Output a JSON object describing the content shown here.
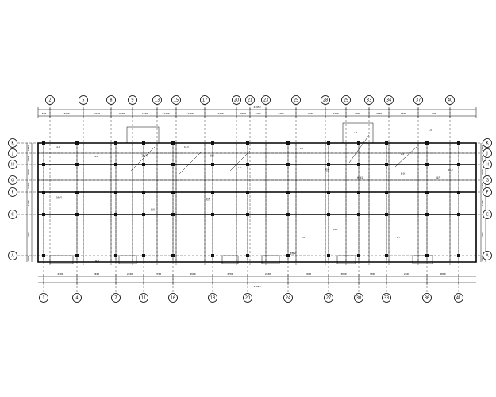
{
  "axes": {
    "top": [
      "2",
      "5",
      "8",
      "9",
      "13",
      "15",
      "17",
      "20",
      "21",
      "23",
      "25",
      "28",
      "29",
      "33",
      "34",
      "37",
      "40"
    ],
    "bottom": [
      "1",
      "4",
      "7",
      "11",
      "16",
      "18",
      "20",
      "24",
      "27",
      "30",
      "33",
      "36",
      "41"
    ],
    "left": [
      "K",
      "J",
      "H",
      "G",
      "F",
      "C",
      "A"
    ],
    "right": [
      "K",
      "J",
      "H",
      "G",
      "F",
      "C",
      "A"
    ]
  },
  "dimensions": {
    "top_total": "41950",
    "bottom_total": "41950",
    "top_segments": [
      "600",
      "3300",
      "2100",
      "3600",
      "1500",
      "2700",
      "2400",
      "2700",
      "3900",
      "1200",
      "2700",
      "3200",
      "2700",
      "2200",
      "2700",
      "3600",
      "600"
    ],
    "bottom_segments": [
      "2400",
      "2400",
      "2400",
      "2700",
      "3600",
      "2700",
      "2400",
      "3300",
      "3000",
      "3300",
      "2400",
      "2800",
      "3600"
    ],
    "left_segments": [
      "1500",
      "1200",
      "1800",
      "2400",
      "2100",
      "4200",
      "1200"
    ],
    "right_segments": [
      "1500",
      "1200",
      "1800",
      "2400",
      "2100",
      "4200",
      "1200"
    ]
  },
  "labels": {
    "beam_tags": [
      "KL-1",
      "KL-2",
      "KL-3",
      "L-1",
      "L-2",
      "L-3",
      "L-4",
      "L-5",
      "L-6",
      "L-7"
    ],
    "room_tags": [
      "卫生间",
      "厨房",
      "阳台",
      "楼梯间",
      "卧室",
      "客厅"
    ]
  }
}
